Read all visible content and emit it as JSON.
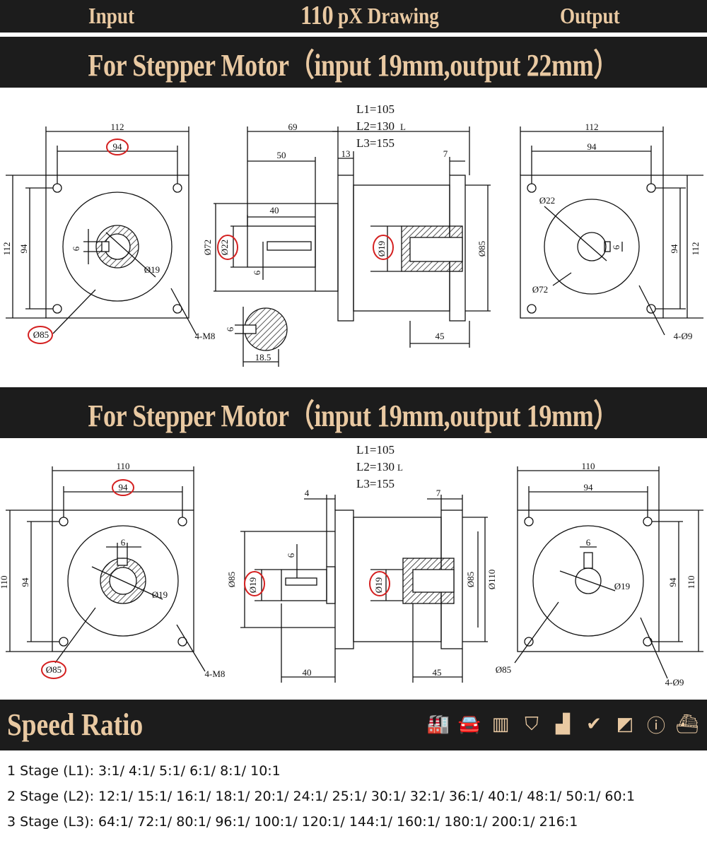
{
  "top_bar": {
    "input": "Input",
    "drawing_num": "110",
    "drawing_rest": "pX Drawing",
    "output": "Output"
  },
  "section1": {
    "title": "For Stepper Motor（input 19mm,output 22mm）",
    "lengths": [
      "L1=105",
      "L2=130",
      "L3=155"
    ],
    "length_symbol": "L",
    "input_view": {
      "width": "112",
      "bolt": "94",
      "height": "112",
      "bolt_v": "94",
      "key": "6",
      "bore": "Ø19",
      "pilot": "Ø85",
      "holes": "4-M8"
    },
    "side_view": {
      "d69": "69",
      "d50": "50",
      "d13": "13",
      "d7": "7",
      "d40": "40",
      "d72": "Ø72",
      "d22": "Ø22",
      "d6": "6",
      "d19": "Ø19",
      "d85": "Ø85",
      "d45": "45",
      "k6": "6",
      "k185": "18.5"
    },
    "output_view": {
      "width": "112",
      "bolt": "94",
      "height": "112",
      "bolt_v": "94",
      "shaft": "Ø22",
      "key": "6",
      "pilot": "Ø72",
      "holes": "4-Ø9"
    }
  },
  "section2": {
    "title": "For Stepper Motor（input 19mm,output 19mm）",
    "lengths": [
      "L1=105",
      "L2=130",
      "L3=155"
    ],
    "length_symbol": "L",
    "input_view": {
      "width": "110",
      "bolt": "94",
      "height": "110",
      "bolt_v": "94",
      "key": "6",
      "bore": "Ø19",
      "pilot": "Ø85",
      "holes": "4-M8"
    },
    "side_view": {
      "d4": "4",
      "d7": "7",
      "d6": "6",
      "d85a": "Ø85",
      "d19a": "Ø19",
      "d19b": "Ø19",
      "d85b": "Ø85",
      "d110": "Ø110",
      "d40": "40",
      "d45": "45"
    },
    "output_view": {
      "width": "110",
      "bolt": "94",
      "height": "110",
      "bolt_v": "94",
      "key": "6",
      "shaft": "Ø19",
      "pilot": "Ø85",
      "holes": "4-Ø9"
    }
  },
  "speed_ratio": {
    "title": "Speed Ratio",
    "icons": [
      "factory-icon",
      "car-icon",
      "cnc-icon",
      "shield-icon",
      "conveyor-icon",
      "check-icon",
      "printer-icon",
      "info-icon",
      "ship-icon"
    ],
    "lines": [
      "1 Stage (L1): 3:1/ 4:1/ 5:1/ 6:1/ 8:1/ 10:1",
      "2 Stage (L2): 12:1/ 15:1/ 16:1/ 18:1/ 20:1/ 24:1/ 25:1/ 30:1/ 32:1/ 36:1/ 40:1/ 48:1/ 50:1/ 60:1",
      "3 Stage (L3): 64:1/ 72:1/ 80:1/ 96:1/ 100:1/ 120:1/ 144:1/ 160:1/ 180:1/ 200:1/ 216:1"
    ]
  },
  "colors": {
    "bar": "#1c1c1c",
    "accent": "#e9c9a2",
    "highlight": "#d42020"
  }
}
